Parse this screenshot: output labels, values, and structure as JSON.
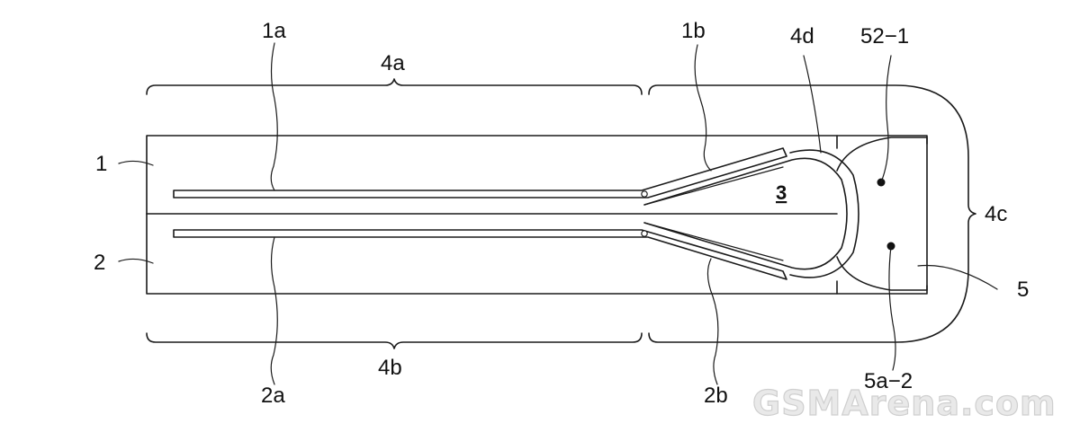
{
  "labels": {
    "l_1a": "1a",
    "l_4a": "4a",
    "l_1b": "1b",
    "l_4d": "4d",
    "l_52_1": "52−1",
    "l_1": "1",
    "l_3": "3",
    "l_4c": "4c",
    "l_2": "2",
    "l_5": "5",
    "l_4b": "4b",
    "l_2a": "2a",
    "l_2b": "2b",
    "l_5a_2": "5a−2"
  },
  "watermark": "GSMArena.com",
  "colors": {
    "line": "#1a1a1a",
    "background": "#ffffff",
    "watermark_fill": "#e9e9e9"
  }
}
